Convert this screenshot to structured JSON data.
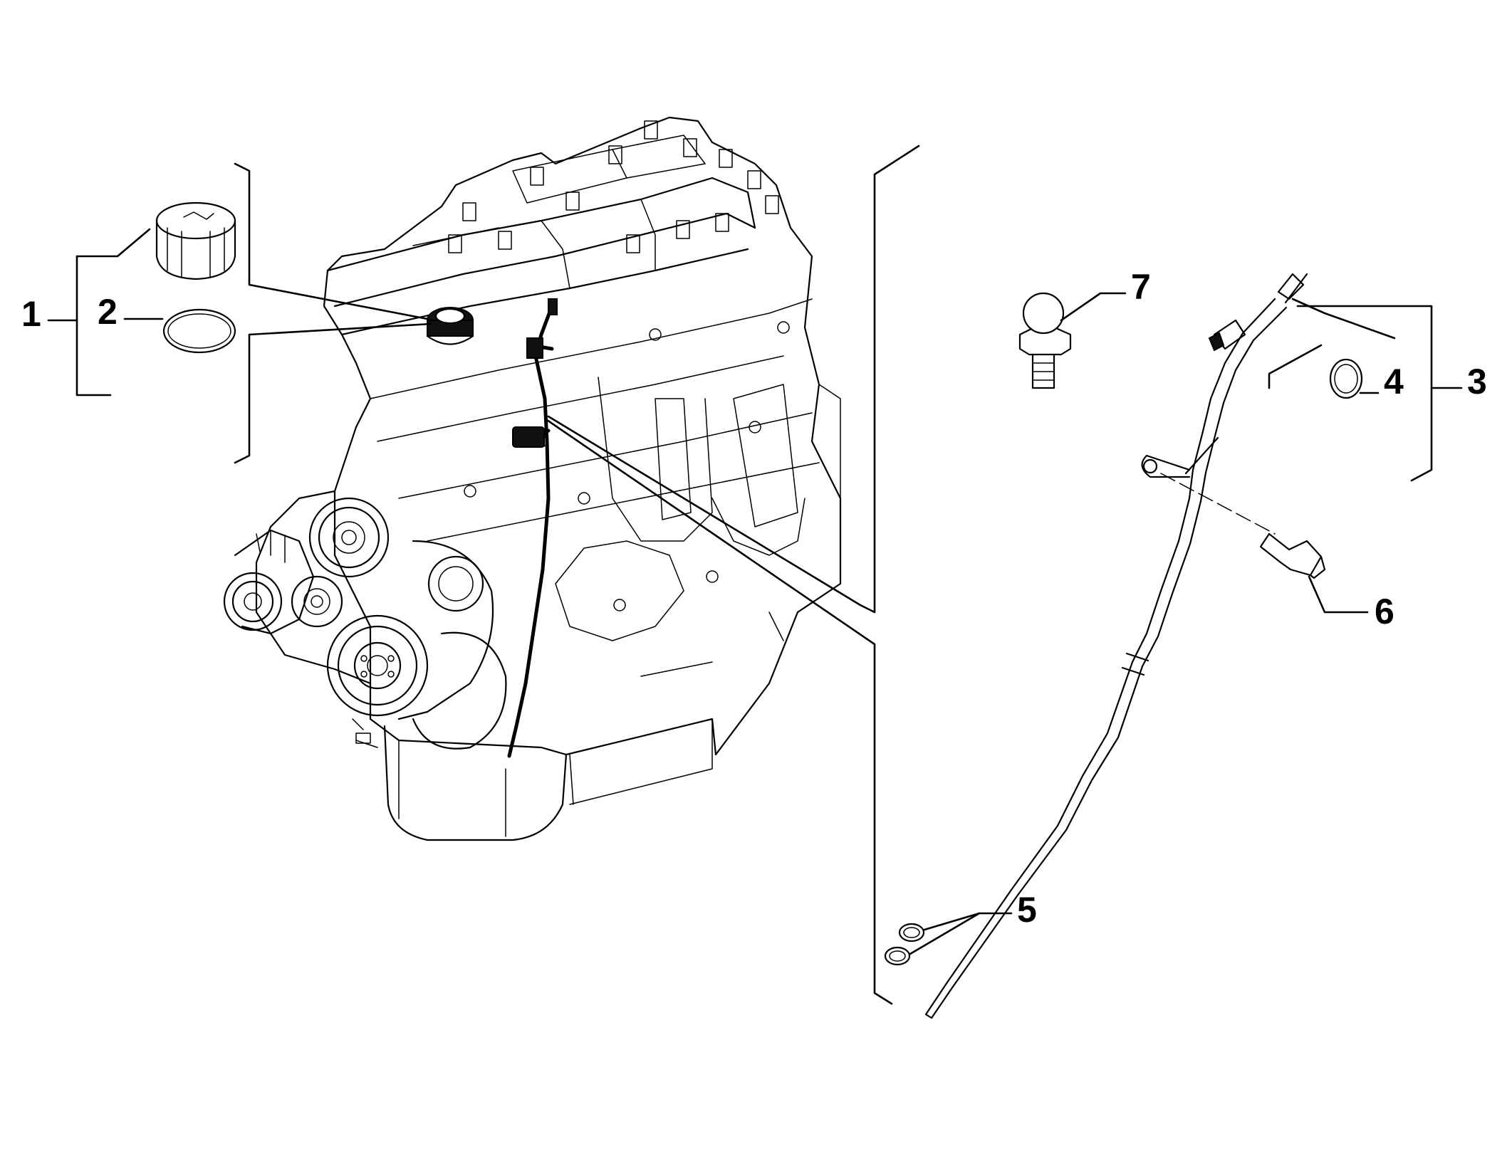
{
  "diagram": {
    "callouts": [
      {
        "id": "1",
        "label": "1"
      },
      {
        "id": "2",
        "label": "2"
      },
      {
        "id": "3",
        "label": "3"
      },
      {
        "id": "4",
        "label": "4"
      },
      {
        "id": "5",
        "label": "5"
      },
      {
        "id": "6",
        "label": "6"
      },
      {
        "id": "7",
        "label": "7"
      }
    ],
    "parts": [
      {
        "callout": "1",
        "icon": "oil-filler-cap-icon"
      },
      {
        "callout": "2",
        "icon": "o-ring-icon"
      },
      {
        "callout": "3",
        "icon": "dipstick-tube-icon"
      },
      {
        "callout": "4",
        "icon": "seal-ring-icon"
      },
      {
        "callout": "5",
        "icon": "o-ring-pair-icon"
      },
      {
        "callout": "6",
        "icon": "bolt-icon"
      },
      {
        "callout": "7",
        "icon": "ball-stud-icon"
      }
    ],
    "colors": {
      "ink": "#000000",
      "background": "#ffffff"
    }
  }
}
